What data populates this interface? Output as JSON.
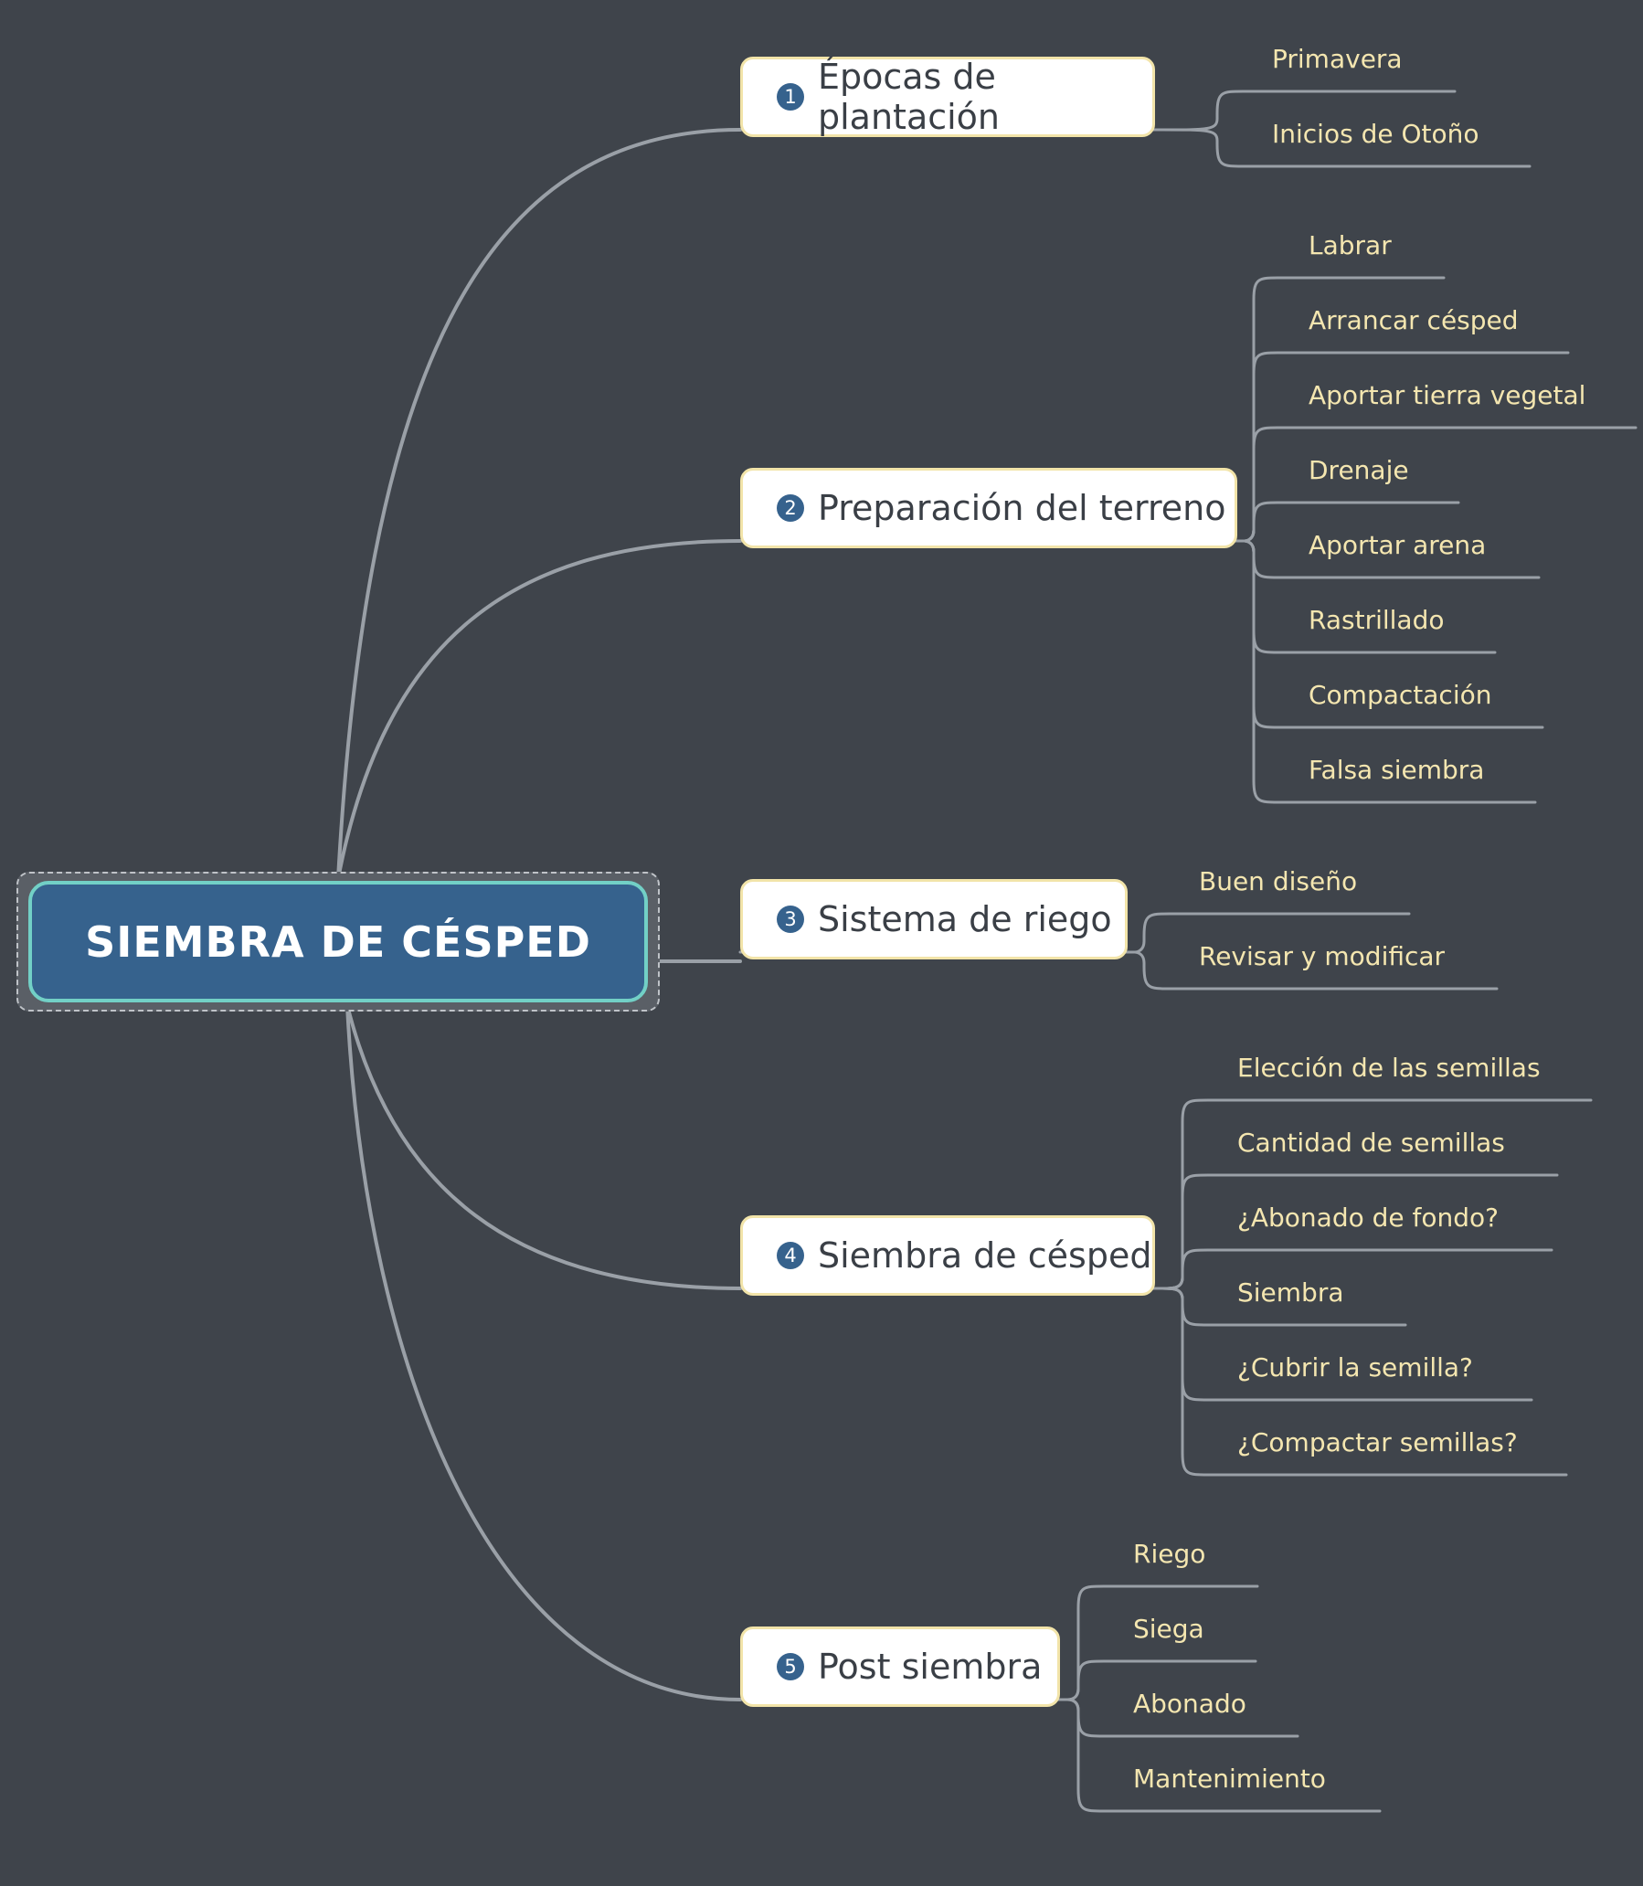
{
  "root": {
    "label": "SIEMBRA DE CÉSPED"
  },
  "colors": {
    "background": "#3f444b",
    "root_fill": "#36628d",
    "root_border": "#72d0c6",
    "branch_fill": "#ffffff",
    "branch_border": "#f2e4a9",
    "leaf_text": "#f4e6b0",
    "connector": "#9aa0a7"
  },
  "branches": [
    {
      "marker": "1",
      "label": "Épocas de plantación",
      "children": [
        "Primavera",
        "Inicios de Otoño"
      ]
    },
    {
      "marker": "2",
      "label": "Preparación del terreno",
      "children": [
        "Labrar",
        "Arrancar césped",
        "Aportar tierra vegetal",
        "Drenaje",
        "Aportar arena",
        "Rastrillado",
        "Compactación",
        "Falsa siembra"
      ]
    },
    {
      "marker": "3",
      "label": "Sistema de riego",
      "children": [
        "Buen diseño",
        "Revisar y modificar"
      ]
    },
    {
      "marker": "4",
      "label": "Siembra de césped",
      "children": [
        "Elección de las semillas",
        "Cantidad de semillas",
        "¿Abonado de fondo?",
        "Siembra",
        "¿Cubrir la semilla?",
        "¿Compactar semillas?"
      ]
    },
    {
      "marker": "5",
      "label": "Post siembra",
      "children": [
        "Riego",
        "Siega",
        "Abonado",
        "Mantenimiento"
      ]
    }
  ]
}
